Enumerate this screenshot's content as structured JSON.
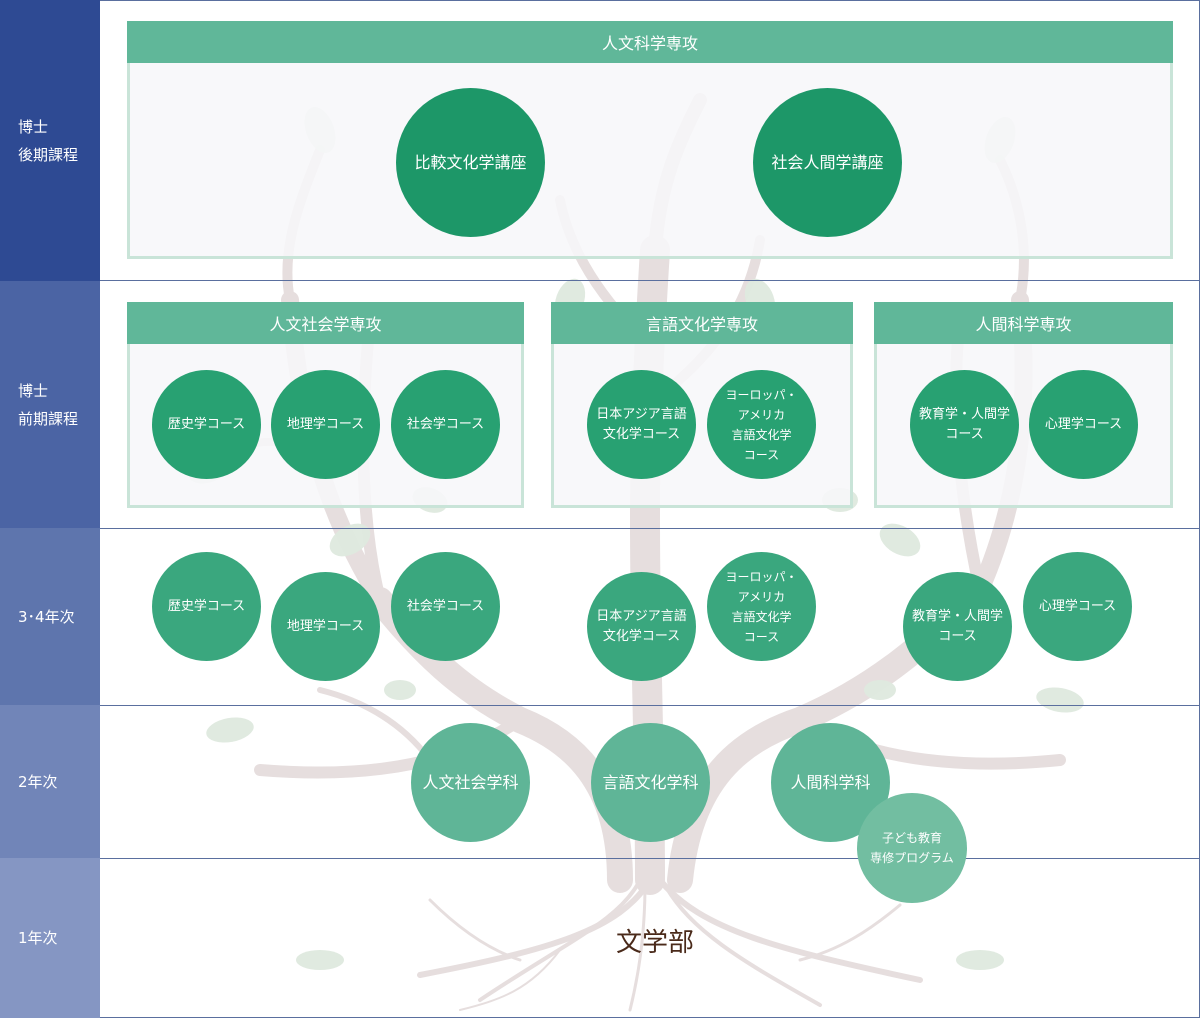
{
  "levels": [
    {
      "label": "博士\n後期課程",
      "color": "#2e4a93"
    },
    {
      "label": "博士\n前期課程",
      "color": "#4b64a4"
    },
    {
      "label": "3･4年次",
      "color": "#5e75ad"
    },
    {
      "label": "2年次",
      "color": "#7185b8"
    },
    {
      "label": "1年次",
      "color": "#8596c3"
    }
  ],
  "doctoral_late": {
    "major": "人文科学専攻",
    "courses": [
      "比較文化学講座",
      "社会人間学講座"
    ]
  },
  "doctoral_early": [
    {
      "major": "人文社会学専攻",
      "courses": [
        "歴史学コース",
        "地理学コース",
        "社会学コース"
      ]
    },
    {
      "major": "言語文化学専攻",
      "courses": [
        "日本アジア言語\n文化学コース",
        "ヨーロッパ・\nアメリカ\n言語文化学\nコース"
      ]
    },
    {
      "major": "人間科学専攻",
      "courses": [
        "教育学・人間学\nコース",
        "心理学コース"
      ]
    }
  ],
  "undergrad_34": {
    "courses": [
      "歴史学コース",
      "地理学コース",
      "社会学コース",
      "日本アジア言語\n文化学コース",
      "ヨーロッパ・\nアメリカ\n言語文化学\nコース",
      "教育学・人間学\nコース",
      "心理学コース"
    ]
  },
  "undergrad_2": {
    "departments": [
      "人文社会学科",
      "言語文化学科",
      "人間科学科"
    ],
    "program": "子ども教育\n専修プログラム"
  },
  "faculty": "文学部",
  "colors": {
    "header_green": "#60b799",
    "circle_dark": "#1d9768",
    "circle_mid": "#28a172",
    "circle_light": "#5fb597",
    "tree_trunk": "#e4dcdc",
    "leaf": "#dfe9df"
  }
}
